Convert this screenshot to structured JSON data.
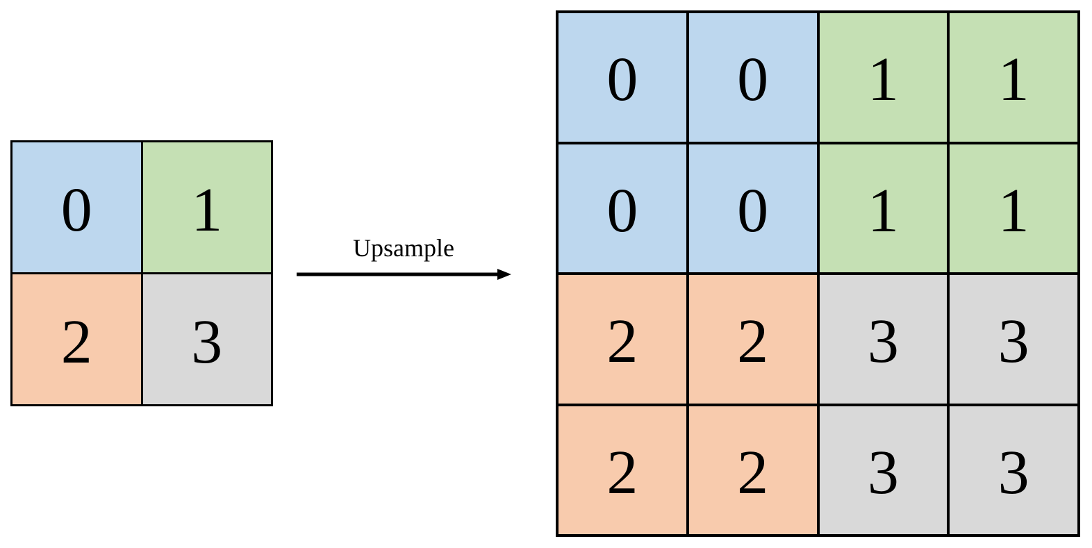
{
  "diagram": {
    "arrow_label": "Upsample",
    "palette": {
      "0": "#BDD7EE",
      "1": "#C5E0B4",
      "2": "#F8CBAD",
      "3": "#D9D9D9"
    },
    "border_color": "#000000",
    "background_color": "#FFFFFF",
    "input_grid": {
      "rows": 2,
      "cols": 2,
      "values": [
        [
          "0",
          "1"
        ],
        [
          "2",
          "3"
        ]
      ]
    },
    "output_grid": {
      "rows": 4,
      "cols": 4,
      "values": [
        [
          "0",
          "0",
          "1",
          "1"
        ],
        [
          "0",
          "0",
          "1",
          "1"
        ],
        [
          "2",
          "2",
          "3",
          "3"
        ],
        [
          "2",
          "2",
          "3",
          "3"
        ]
      ]
    }
  }
}
